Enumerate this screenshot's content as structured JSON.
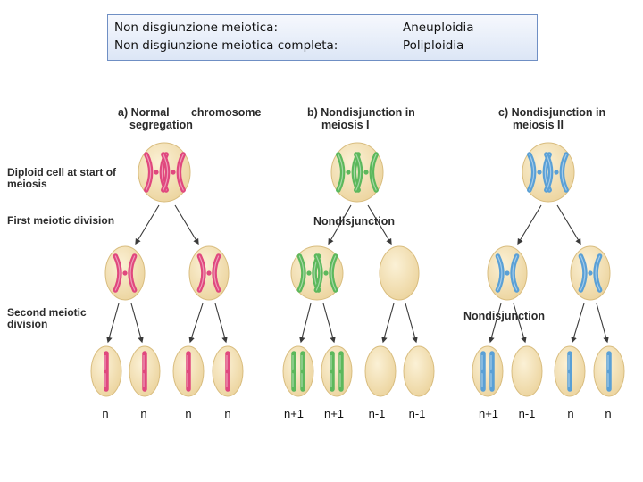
{
  "info_box": {
    "left_line1": "Non disgiunzione meiotica:",
    "left_line2": "Non disgiunzione meiotica completa:",
    "right_line1": "Aneuploidia",
    "right_line2": "Poliploidia"
  },
  "panels": {
    "a": {
      "line1": "a) Normal       chromosome",
      "line2": "segregation"
    },
    "b": {
      "line1": "b) Nondisjunction in",
      "line2": "meiosis I"
    },
    "c": {
      "line1": "c) Nondisjunction in",
      "line2": "meiosis II"
    }
  },
  "row_labels": {
    "diploid_line1": "Diploid cell at start of",
    "diploid_line2": "meiosis",
    "first": "First meiotic division",
    "second_line1": "Second meiotic",
    "second_line2": "division"
  },
  "nondisjunction_b": "Nondisjunction",
  "nondisjunction_c": "Nondisjunction",
  "gamete_labels": [
    "n",
    "n",
    "n",
    "n",
    "n+1",
    "n+1",
    "n-1",
    "n-1",
    "n+1",
    "n-1",
    "n",
    "n"
  ],
  "colors": {
    "pink": "#e0487e",
    "green": "#5cb85c",
    "blue": "#5aa0d6",
    "cell": "#f3dfb0",
    "arrow": "#3a3a3a"
  }
}
